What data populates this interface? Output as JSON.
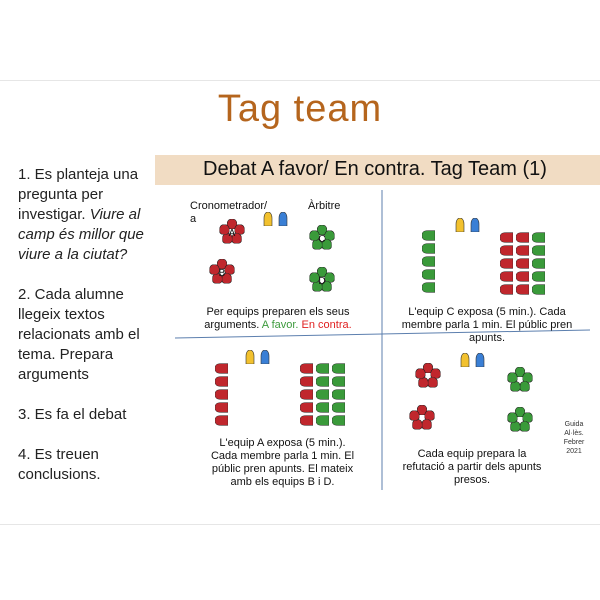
{
  "title": "Tag team",
  "steps": {
    "s1_a": "1. Es planteja una pregunta per investigar.",
    "s1_q": "Viure al camp és millor que viure a la ciutat?",
    "s2": "2. Cada alumne llegeix textos relacionats amb el tema. Prepara arguments",
    "s3": "3. Es fa el debat",
    "s4": "4. Es treuen conclusions."
  },
  "banner": "Debat A favor/ En contra. Tag Team (1)",
  "diagram": {
    "roles": {
      "timekeeper": "Cronometrador/ a",
      "referee": "Àrbitre"
    },
    "flower_letters": [
      "A",
      "B",
      "C",
      "D"
    ],
    "q1_caption": {
      "text": "Per equips preparen els seus arguments.",
      "favor": "A favor.",
      "contra": "En contra."
    },
    "q2_caption": "L'equip C exposa (5 min.). Cada membre parla 1 min. El públic pren apunts.",
    "q3_caption": "L'equip A exposa (5 min.). Cada membre parla 1 min. El públic pren apunts. El mateix amb els equips B i D.",
    "q4_caption": "Cada equip prepara la refutació a partir dels apunts presos.",
    "colors": {
      "red_team": "#c0272d",
      "green_team": "#3a9a3a",
      "yellow_person": "#f2c12e",
      "blue_person": "#3a7fd5"
    }
  },
  "credit": "Guida Al·lès. Febrer 2021"
}
